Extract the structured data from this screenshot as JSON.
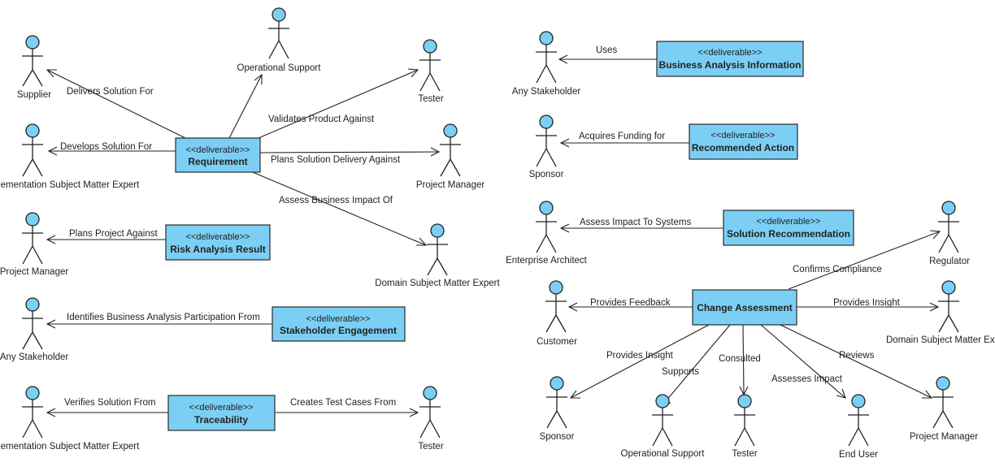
{
  "deliverables": {
    "requirement": {
      "stereotype": "<<deliverable>>",
      "name": "Requirement"
    },
    "risk_analysis": {
      "stereotype": "<<deliverable>>",
      "name": "Risk Analysis Result"
    },
    "stakeholder_engagement": {
      "stereotype": "<<deliverable>>",
      "name": "Stakeholder Engagement"
    },
    "traceability": {
      "stereotype": "<<deliverable>>",
      "name": "Traceability"
    },
    "business_analysis_information": {
      "stereotype": "<<deliverable>>",
      "name": "Business Analysis Information"
    },
    "recommended_action": {
      "stereotype": "<<deliverable>>",
      "name": "Recommended Action"
    },
    "solution_recommendation": {
      "stereotype": "<<deliverable>>",
      "name": "Solution Recommendation"
    },
    "change_assessment": {
      "stereotype": "",
      "name": "Change Assessment"
    }
  },
  "actors": {
    "supplier": "Supplier",
    "operational_support_top": "Operational Support",
    "tester_top": "Tester",
    "implementation_sme_1": "ementation Subject Matter Expert",
    "project_manager_1": "Project Manager",
    "project_manager_2": "Project Manager",
    "domain_sme_1": "Domain Subject Matter Expert",
    "any_stakeholder_1": "Any Stakeholder",
    "implementation_sme_2": "ementation Subject Matter Expert",
    "tester_2": "Tester",
    "any_stakeholder_2": "Any Stakeholder",
    "sponsor_1": "Sponsor",
    "enterprise_architect": "Enterprise Architect",
    "regulator": "Regulator",
    "customer": "Customer",
    "domain_sme_2": "Domain Subject Matter Ex",
    "sponsor_2": "Sponsor",
    "operational_support_2": "Operational Support",
    "tester_3": "Tester",
    "end_user": "End User",
    "project_manager_3": "Project Manager"
  },
  "relations": {
    "delivers_solution_for": "Delivers Solution For",
    "develops_solution_for": "Develops Solution For",
    "validates_product_against": "Validates Product Against",
    "plans_solution_delivery_against": "Plans Solution Delivery Against",
    "assess_business_impact_of": "Assess Business Impact Of",
    "plans_project_against": "Plans Project Against",
    "identifies_ba_participation_from": "Identifies Business Analysis Participation From",
    "verifies_solution_from": "Verifies Solution From",
    "creates_test_cases_from": "Creates Test Cases From",
    "uses": "Uses",
    "acquires_funding_for": "Acquires Funding for",
    "assess_impact_to_systems": "Assess Impact To Systems",
    "confirms_compliance": "Confirms Compliance",
    "provides_feedback": "Provides Feedback",
    "provides_insight_right": "Provides Insight",
    "provides_insight_left": "Provides Insight",
    "supports": "Supports",
    "consulted": "Consulted",
    "assesses_impact": "Assesses Impact",
    "reviews": "Reviews"
  }
}
